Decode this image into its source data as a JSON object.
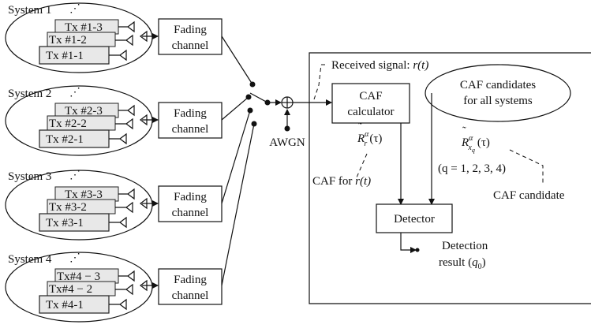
{
  "systems": [
    {
      "label": "System 1",
      "tx": [
        "Tx #1-3",
        "Tx #1-2",
        "Tx #1-1"
      ],
      "channel": [
        "Fading",
        "channel"
      ]
    },
    {
      "label": "System 2",
      "tx": [
        "Tx #2-3",
        "Tx #2-2",
        "Tx #2-1"
      ],
      "channel": [
        "Fading",
        "channel"
      ]
    },
    {
      "label": "System 3",
      "tx": [
        "Tx #3-3",
        "Tx #3-2",
        "Tx #3-1"
      ],
      "channel": [
        "Fading",
        "channel"
      ]
    },
    {
      "label": "System 4",
      "tx": [
        "Tx#4 − 3",
        "Tx#4 − 2",
        "Tx #4-1"
      ],
      "channel": [
        "Fading",
        "channel"
      ]
    }
  ],
  "awgn": "AWGN",
  "received_signal": "Received signal: ",
  "received_signal_var": "r(t)",
  "caf_calculator": [
    "CAF",
    "calculator"
  ],
  "caf_candidates": [
    "CAF candidates",
    "for all systems"
  ],
  "r_hat_main": "R",
  "r_hat_sup": "α",
  "r_hat_sub_r": "r",
  "r_hat_sub_x": "x",
  "r_hat_sub_q": "q",
  "tau": "(τ)",
  "caf_for_label": "CAF for ",
  "caf_for_var": "r(t)",
  "q_range": "(q = 1, 2, 3, 4)",
  "caf_candidate_label": "CAF candidate",
  "detector": "Detector",
  "detection_result": [
    "Detection",
    "result ("
  ],
  "q0_main": "q",
  "q0_sub": "0"
}
